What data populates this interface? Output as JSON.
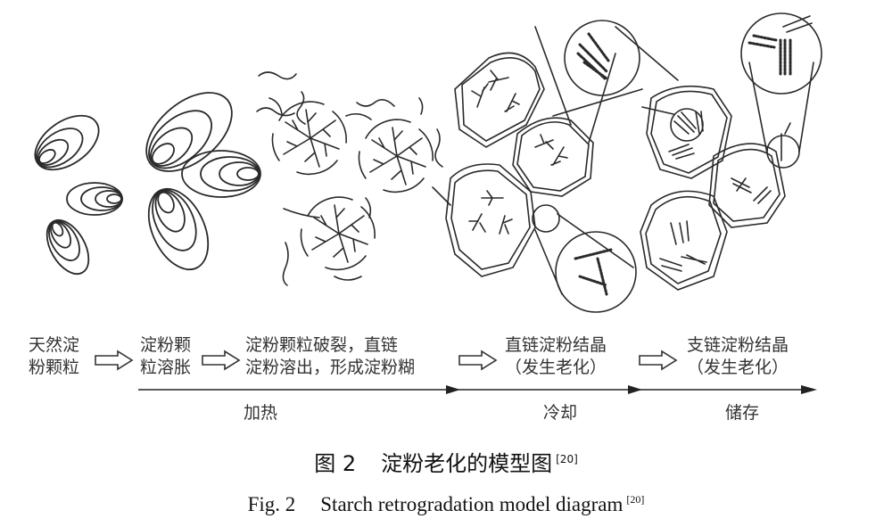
{
  "figure": {
    "illustration_panels": [
      {
        "id": "native-granules",
        "description": "Natural starch granules with concentric growth rings"
      },
      {
        "id": "swollen-granules",
        "description": "Swollen starch granules"
      },
      {
        "id": "gelatinized-paste",
        "description": "Ruptured granules with leached amylose chains forming paste"
      },
      {
        "id": "amylose-crystallization",
        "description": "Amylose crystallization network with magnified inset of double helices"
      },
      {
        "id": "amylopectin-crystallization",
        "description": "Amylopectin crystallization with magnified insets"
      }
    ],
    "steps": [
      {
        "line1": "天然淀",
        "line2": "粉颗粒"
      },
      {
        "line1": "淀粉颗",
        "line2": "粒溶胀"
      },
      {
        "line1": "淀粉颗粒破裂，直链",
        "line2": "淀粉溶出，形成淀粉糊"
      },
      {
        "line1": "直链淀粉结晶",
        "line2": "（发生老化）"
      },
      {
        "line1": "支链淀粉结晶",
        "line2": "（发生老化）"
      }
    ],
    "stages": [
      {
        "label": "加热"
      },
      {
        "label": "冷却"
      },
      {
        "label": "储存"
      }
    ],
    "caption_cn": {
      "number": "图 2",
      "title": "淀粉老化的模型图",
      "ref": "[20]"
    },
    "caption_en": {
      "number": "Fig. 2",
      "title": "Starch retrogradation model diagram",
      "ref": "[20]"
    }
  }
}
